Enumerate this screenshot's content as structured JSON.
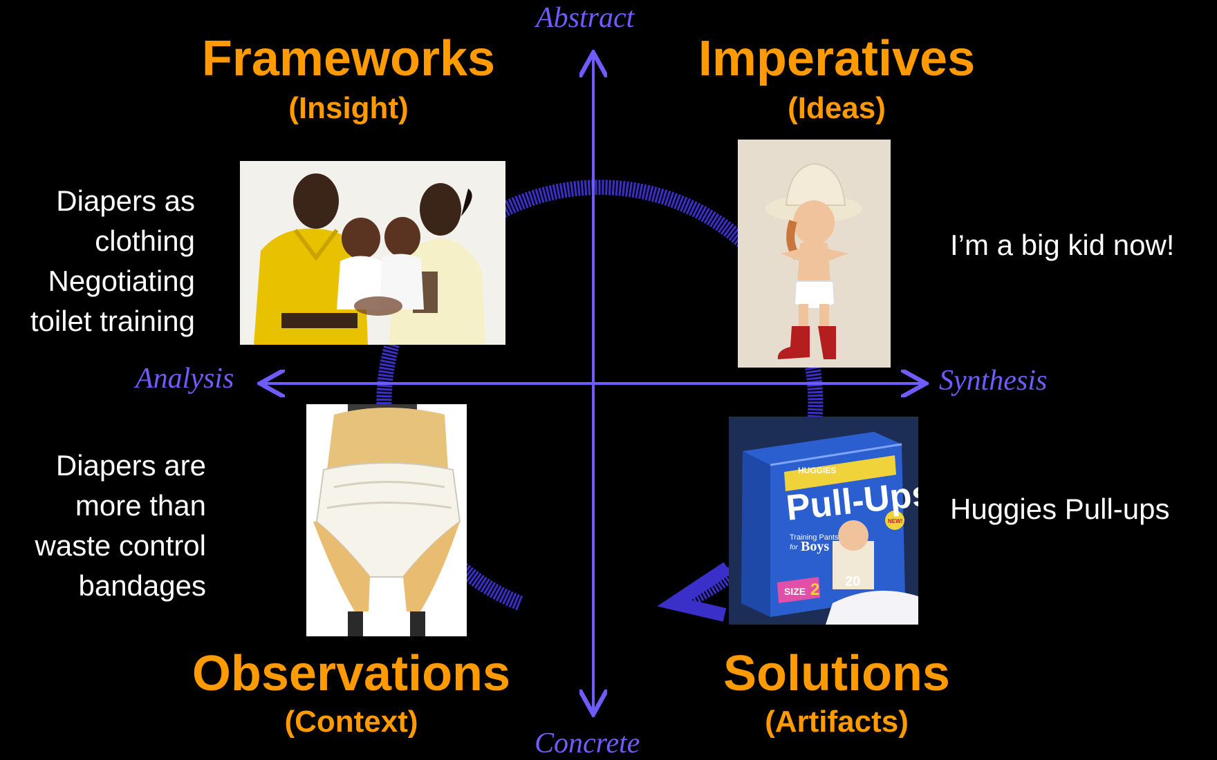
{
  "axes": {
    "top": "Abstract",
    "bottom": "Concrete",
    "left": "Analysis",
    "right": "Synthesis"
  },
  "quadrants": {
    "top_left": {
      "title": "Frameworks",
      "subtitle": "(Insight)",
      "note": [
        "Diapers as",
        "clothing",
        "Negotiating",
        "toilet training"
      ]
    },
    "top_right": {
      "title": "Imperatives",
      "subtitle": "(Ideas)",
      "note": [
        "I’m a big kid now!"
      ]
    },
    "bottom_left": {
      "title": "Observations",
      "subtitle": "(Context)",
      "note": [
        "Diapers are",
        "more than",
        "waste control",
        "bandages"
      ]
    },
    "bottom_right": {
      "title": "Solutions",
      "subtitle": "(Artifacts)",
      "note": [
        "Huggies Pull-ups"
      ]
    }
  },
  "product": {
    "brand": "HUGGIES",
    "name": "Pull-Ups",
    "tagline": "Training Pants",
    "for": "for",
    "gender": "Boys",
    "size_label": "SIZE",
    "size_num": "2",
    "count_num": "20",
    "badge": "NEW!"
  },
  "colors": {
    "background": "#000000",
    "axis": "#6f5cff",
    "cycle": "#3a2fc8",
    "title": "#ff9a00",
    "note": "#ffffff"
  }
}
